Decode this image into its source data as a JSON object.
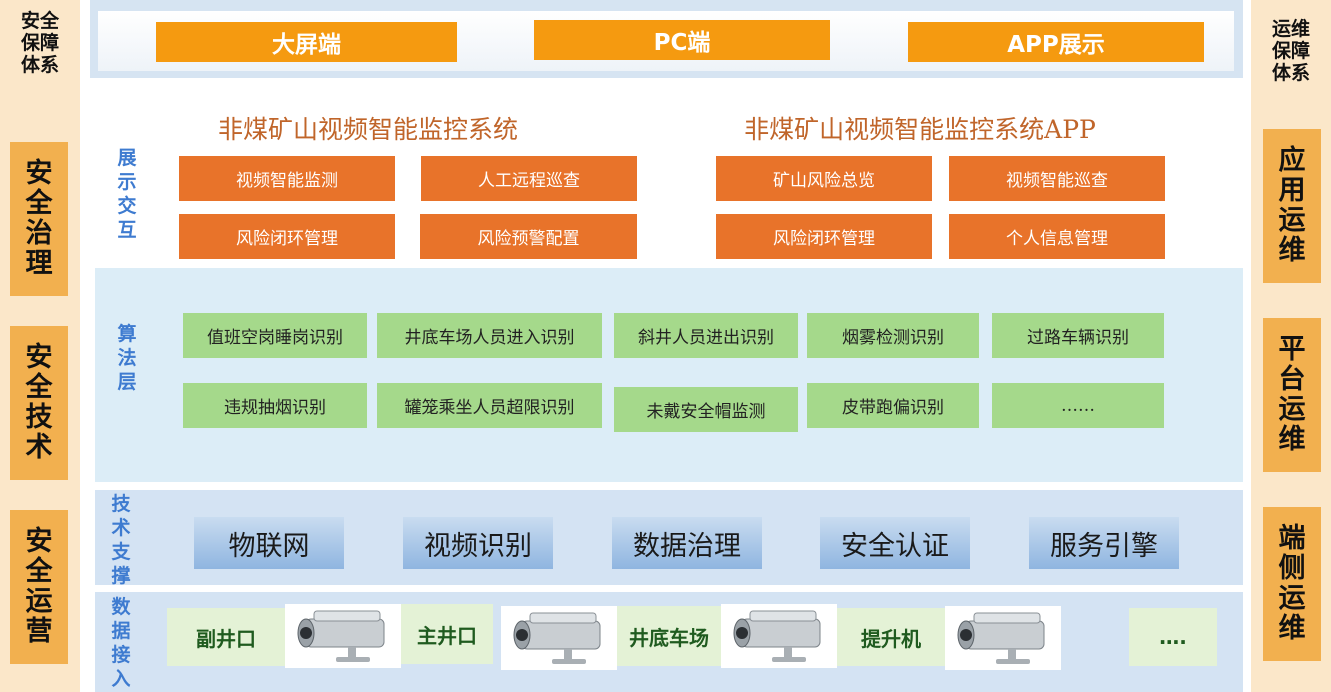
{
  "left_sidebar": {
    "header": "安全\n保障\n体系",
    "items": [
      "安全治理",
      "安全技术",
      "安全运营"
    ]
  },
  "right_sidebar": {
    "header": "运维\n保障\n体系",
    "items": [
      "应用运维",
      "平台运维",
      "端侧运维"
    ]
  },
  "terminals": [
    "大屏端",
    "PC端",
    "APP展示"
  ],
  "display_layer": {
    "label": "展示交互",
    "systems": [
      {
        "title": "非煤矿山视频智能监控系统",
        "functions": [
          "视频智能监测",
          "人工远程巡查",
          "风险闭环管理",
          "风险预警配置"
        ]
      },
      {
        "title": "非煤矿山视频智能监控系统APP",
        "functions": [
          "矿山风险总览",
          "视频智能巡查",
          "风险闭环管理",
          "个人信息管理"
        ]
      }
    ]
  },
  "algorithm_layer": {
    "label": "算法层",
    "row1": [
      "值班空岗睡岗识别",
      "井底车场人员进入识别",
      "斜井人员进出识别",
      "烟雾检测识别",
      "过路车辆识别"
    ],
    "row2": [
      "违规抽烟识别",
      "罐笼乘坐人员超限识别",
      "未戴安全帽监测",
      "皮带跑偏识别",
      "……"
    ]
  },
  "tech_layer": {
    "label": "技术支撑",
    "items": [
      "物联网",
      "视频识别",
      "数据治理",
      "安全认证",
      "服务引擎"
    ]
  },
  "data_layer": {
    "label": "数据接入",
    "locations": [
      "副井口",
      "主井口",
      "井底车场",
      "提升机",
      "…."
    ]
  }
}
